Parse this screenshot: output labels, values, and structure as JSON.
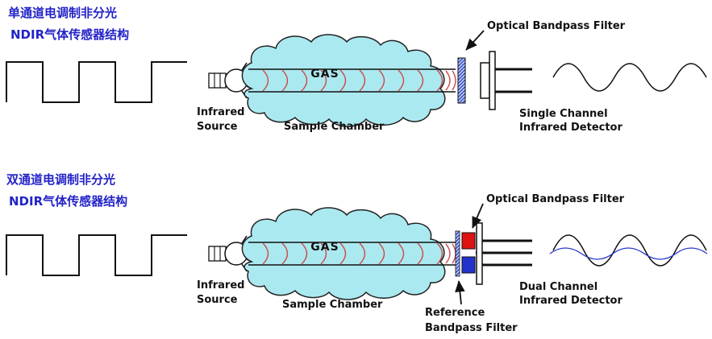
{
  "colors": {
    "title_blue": "#2323c8",
    "ink": "#111111",
    "cloud_fill": "#abe9f0",
    "wavefront_red": "#cc4a4a",
    "filter_hatch_blue": "#2a46c8",
    "filter_hatch_bg": "#dfe6f8",
    "detector_window_red": "#e01212",
    "detector_window_blue": "#2233cc",
    "reference_signal_blue": "#2233cc"
  },
  "diagrams": [
    {
      "title_line1": "单通道电调制非分光",
      "title_line2": "NDIR气体传感器结构",
      "gas_label": "GAS",
      "source_label_line1": "Infrared",
      "source_label_line2": "Source",
      "chamber_label": "Sample Chamber",
      "filter_label": "Optical Bandpass Filter",
      "detector_label_line1": "Single Channel",
      "detector_label_line2": "Infrared Detector"
    },
    {
      "title_line1": "双通道电调制非分光",
      "title_line2": "NDIR气体传感器结构",
      "gas_label": "GAS",
      "source_label_line1": "Infrared",
      "source_label_line2": "Source",
      "chamber_label": "Sample Chamber",
      "filter_label": "Optical Bandpass Filter",
      "reference_filter_label_line1": "Reference",
      "reference_filter_label_line2": "Bandpass Filter",
      "detector_label_line1": "Dual Channel",
      "detector_label_line2": "Infrared Detector"
    }
  ]
}
